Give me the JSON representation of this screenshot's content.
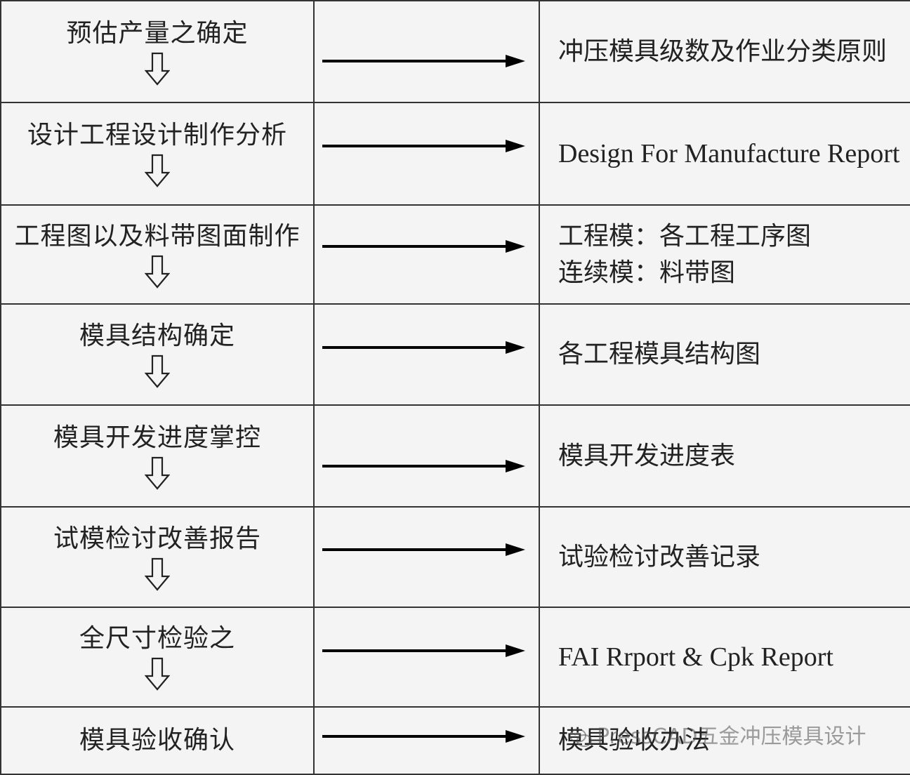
{
  "rows": [
    {
      "step": "预估产量之确定",
      "has_down_arrow": true,
      "output": [
        "冲压模具级数及作业分类原则"
      ],
      "output_latin": false
    },
    {
      "step": "设计工程设计制作分析",
      "has_down_arrow": true,
      "output": [
        "Design For Manufacture Report"
      ],
      "output_latin": true
    },
    {
      "step": "工程图以及料带图面制作",
      "has_down_arrow": true,
      "output": [
        "工程模：各工程工序图",
        "连续模：料带图"
      ],
      "output_latin": false
    },
    {
      "step": "模具结构确定",
      "has_down_arrow": true,
      "output": [
        "各工程模具结构图"
      ],
      "output_latin": false
    },
    {
      "step": "模具开发进度掌控",
      "has_down_arrow": true,
      "output": [
        "模具开发进度表"
      ],
      "output_latin": false
    },
    {
      "step": "试模检讨改善报告",
      "has_down_arrow": true,
      "output": [
        "试验检讨改善记录"
      ],
      "output_latin": false
    },
    {
      "step": "全尺寸检验之",
      "has_down_arrow": true,
      "output": [
        "FAI Rrport  &  Cpk Report"
      ],
      "output_latin": true
    },
    {
      "step": "模具验收确认",
      "has_down_arrow": false,
      "output": [
        "模具验收办法"
      ],
      "output_latin": false
    }
  ],
  "watermark": {
    "text": "PressCAD五金冲压模具设计",
    "icon": "wechat-icon"
  },
  "colors": {
    "border": "#333333",
    "background": "#f4f4f4",
    "arrow": "#000000",
    "text": "#222222"
  }
}
